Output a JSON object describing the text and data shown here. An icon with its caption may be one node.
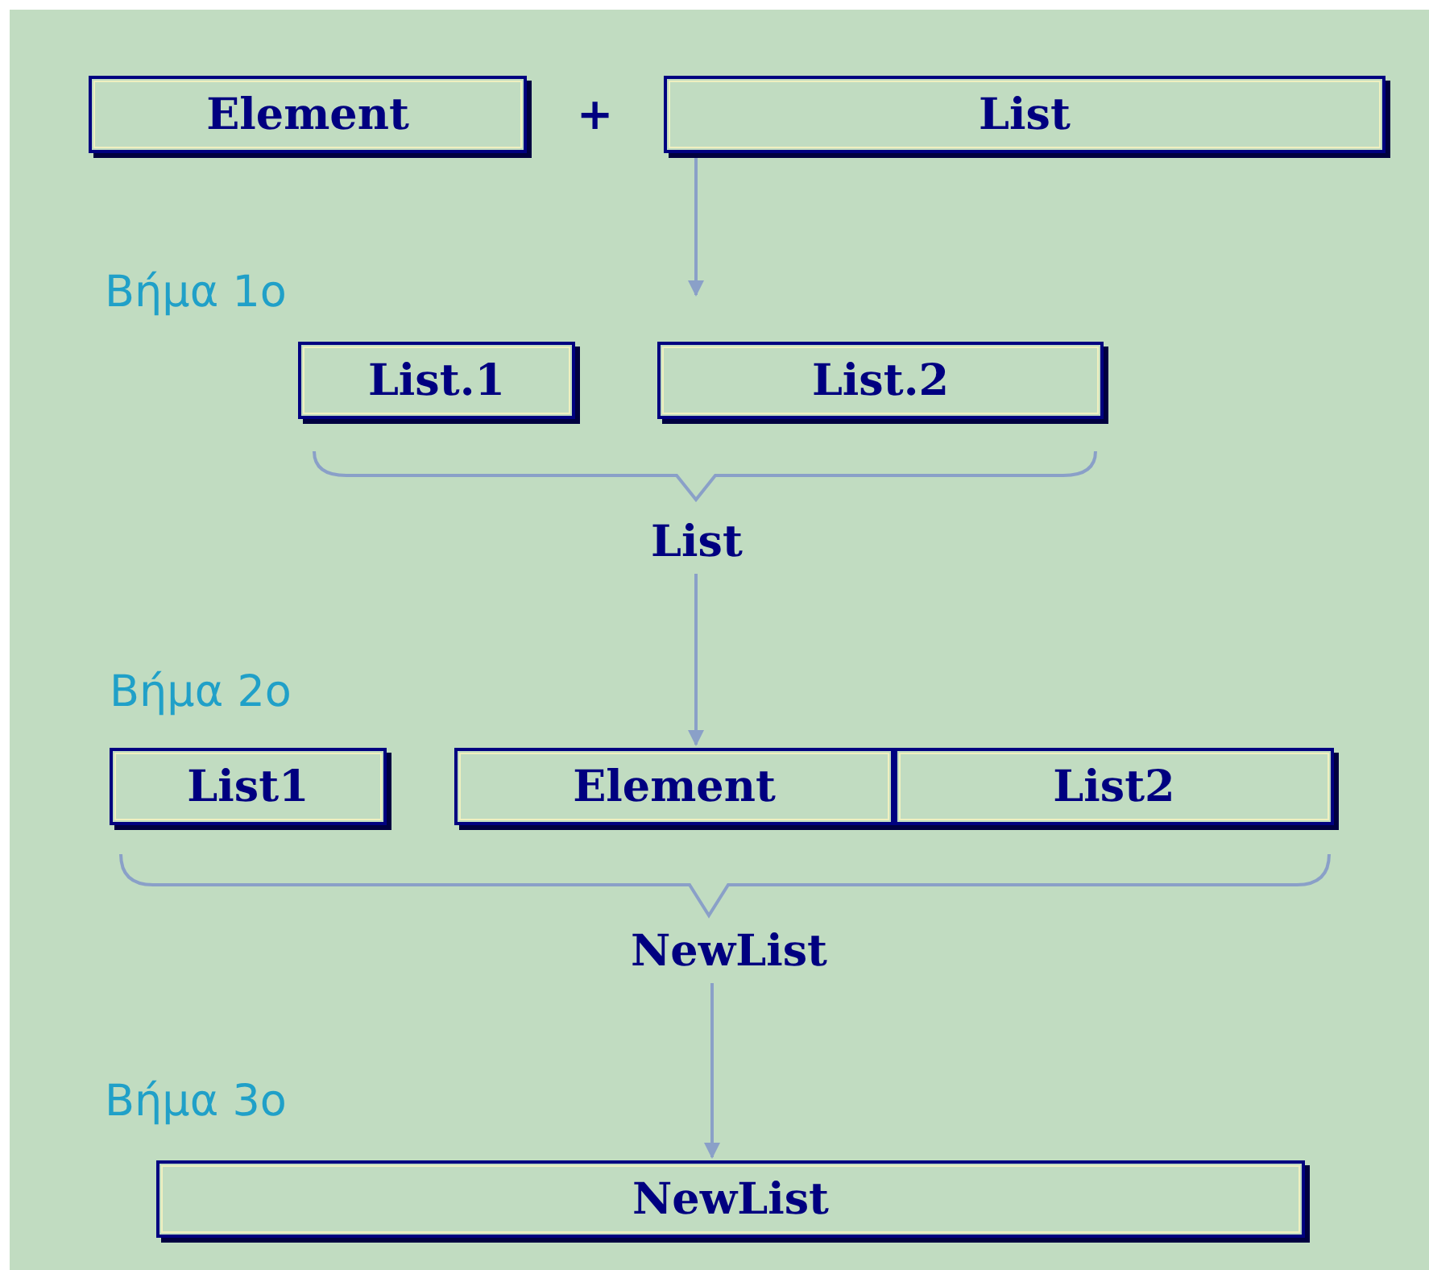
{
  "diagram": {
    "nodes": [
      {
        "text": [
          "Element"
        ]
      },
      {
        "text": [
          "List"
        ]
      },
      {
        "text": [
          "List.1"
        ]
      },
      {
        "text": [
          "List.2"
        ]
      },
      {
        "text": [
          "List"
        ]
      },
      {
        "text": [
          "List1"
        ]
      },
      {
        "text": [
          "Element"
        ]
      },
      {
        "text": [
          "List2"
        ]
      },
      {
        "text": [
          "NewList"
        ]
      },
      {
        "text": [
          "NewList"
        ]
      }
    ],
    "edges": [
      {
        "from": 1,
        "to": null,
        "arrow": "to"
      },
      {
        "from": 4,
        "to": 6,
        "arrow": "to"
      },
      {
        "from": 8,
        "to": 9,
        "arrow": "to"
      }
    ],
    "labels": [
      "+",
      "Βήμα 1ο",
      "Βήμα 2ο",
      "Βήμα 3ο"
    ]
  }
}
